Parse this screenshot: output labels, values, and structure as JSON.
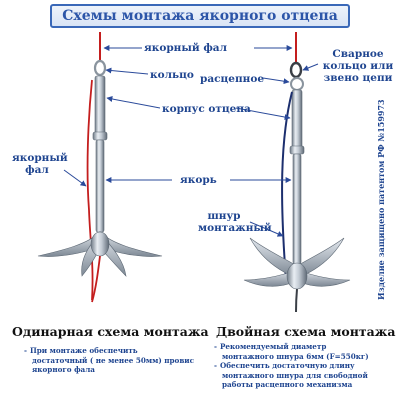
{
  "title": "Схемы монтажа якорного отцепа",
  "labels": {
    "fal_top": "якорный фал",
    "koltso": "кольцо",
    "rastsepnoe": "расцепное",
    "svarnoe_line1": "Сварное",
    "svarnoe_line2": "кольцо или",
    "svarnoe_line3": "звено цепи",
    "korpus": "корпус отцепа",
    "fal_left_line1": "якорный",
    "fal_left_line2": "фал",
    "yakor": "якорь",
    "shnur_line1": "шнур",
    "shnur_line2": "монтажный"
  },
  "patent": "Изделие защищено патентом РФ №159973",
  "single": {
    "title": "Одинарная схема монтажа",
    "notes": [
      {
        "line1": "При монтаже обеспечить",
        "line2": "достаточный ( не менее 50мм) провис",
        "line3": "якорного фала"
      }
    ]
  },
  "double": {
    "title": "Двойная схема монтажа",
    "notes": [
      {
        "line1": "Рекомендуемый диаметр",
        "line2": "монтажного шнура 6мм (F=550кг)",
        "line3": ""
      },
      {
        "line1": "Обеспечить достаточную длину",
        "line2": "монтажного шнура для свободной",
        "line3": "работы расцепного механизма"
      }
    ]
  },
  "colors": {
    "title_border": "#3a68b8",
    "label_blue": "#1f4590",
    "rope_red": "#c41e1e",
    "steel": "#b9c2cc",
    "cord_blue": "#1c2f6e"
  }
}
